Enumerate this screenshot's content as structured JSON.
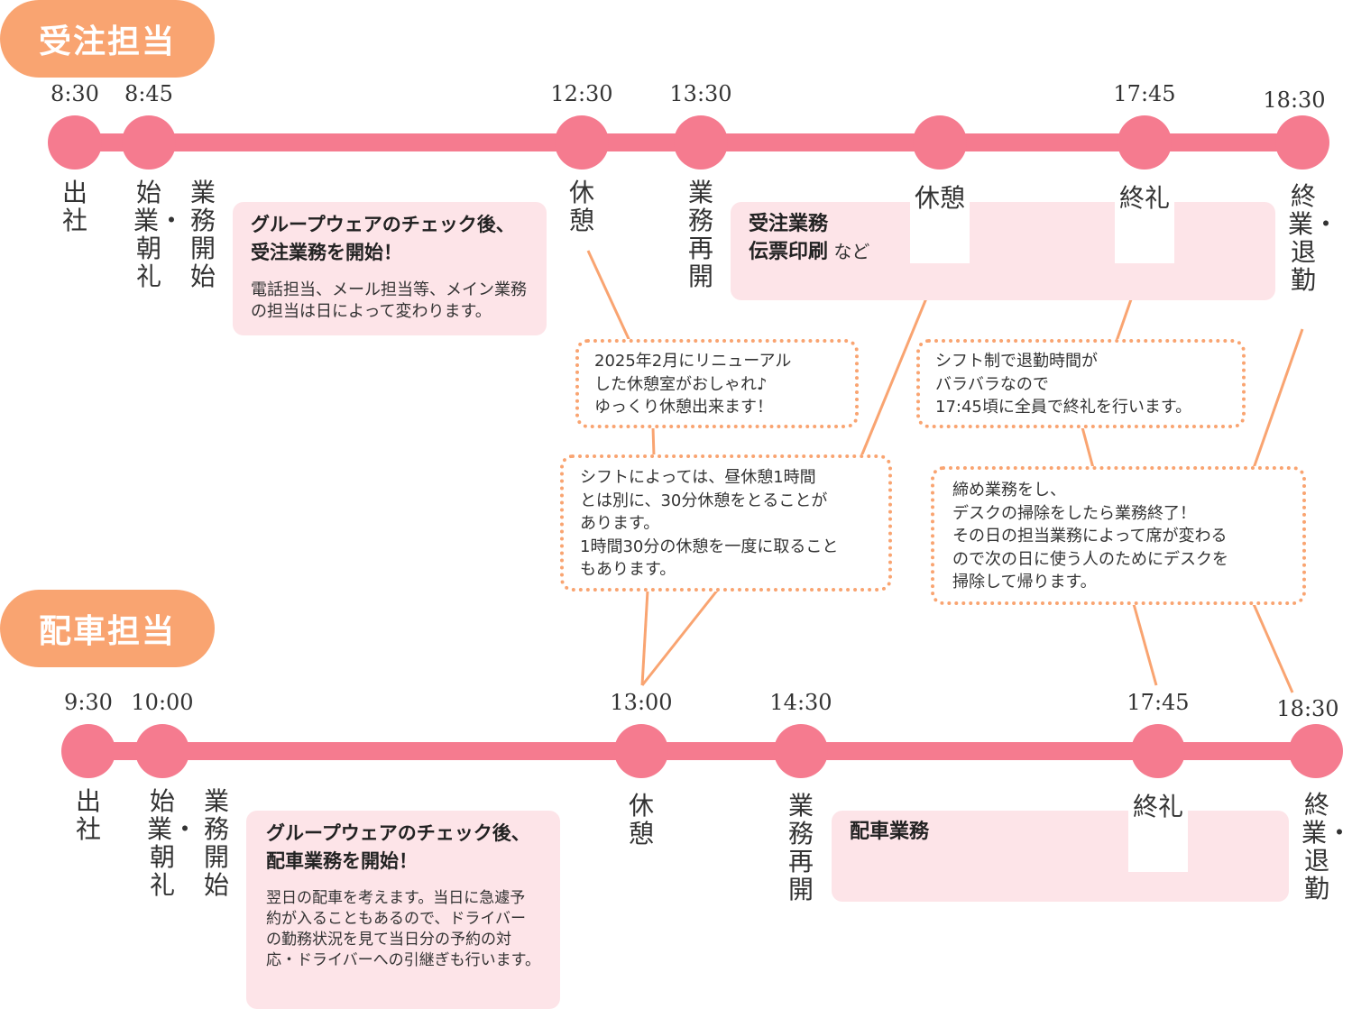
{
  "sections": {
    "order": {
      "title": "受注担当",
      "times": [
        "8:30",
        "8:45",
        "12:30",
        "13:30",
        "17:45",
        "18:30"
      ],
      "labels": {
        "arrive": "出社",
        "start": "始業・朝礼",
        "work_start": "業務開始",
        "break": "休憩",
        "resume": "業務再開",
        "break2": "休憩",
        "closing": "終礼",
        "finish": "終業・退勤"
      },
      "box1": {
        "line1": "グループウェアのチェック後、",
        "line2": "受注業務を開始！",
        "body": "電話担当、メール担当等、メイン業務の担当は日によって変わります。"
      },
      "box2": {
        "line1": "受注業務",
        "line2_bold": "伝票印刷",
        "line2_tail": " など"
      }
    },
    "dispatch": {
      "title": "配車担当",
      "times": [
        "9:30",
        "10:00",
        "13:00",
        "14:30",
        "17:45",
        "18:30"
      ],
      "labels": {
        "arrive": "出社",
        "start": "始業・朝礼",
        "work_start": "業務開始",
        "break": "休憩",
        "resume": "業務再開",
        "closing": "終礼",
        "finish": "終業・退勤"
      },
      "box1": {
        "line1": "グループウェアのチェック後、",
        "line2": "配車業務を開始！",
        "body": "翌日の配車を考えます。当日に急遽予約が入ることもあるので、ドライバーの勤務状況を見て当日分の予約の対応・ドライバーへの引継ぎも行います。"
      },
      "box2": {
        "line1": "配車業務"
      }
    }
  },
  "callouts": {
    "lounge": [
      "2025年2月にリニューアル",
      "した休憩室がおしゃれ♪",
      "ゆっくり休憩出来ます！"
    ],
    "shift_break": [
      "シフトによっては、昼休憩1時間",
      "とは別に、30分休憩をとることが",
      "あります。",
      "1時間30分の休憩を一度に取ること",
      "もあります。"
    ],
    "closing_meeting": [
      "シフト制で退勤時間が",
      "バラバラなので",
      "17:45頃に全員で終礼を行います。"
    ],
    "cleanup": [
      "締め業務をし、",
      "デスクの掃除をしたら業務終了！",
      "その日の担当業務によって席が変わる",
      "ので次の日に使う人のためにデスクを",
      "掃除して帰ります。"
    ]
  },
  "colors": {
    "accent": "#f57b8f",
    "pill": "#f9a471",
    "box": "#fde4e8",
    "dotted": "#f9a471"
  }
}
